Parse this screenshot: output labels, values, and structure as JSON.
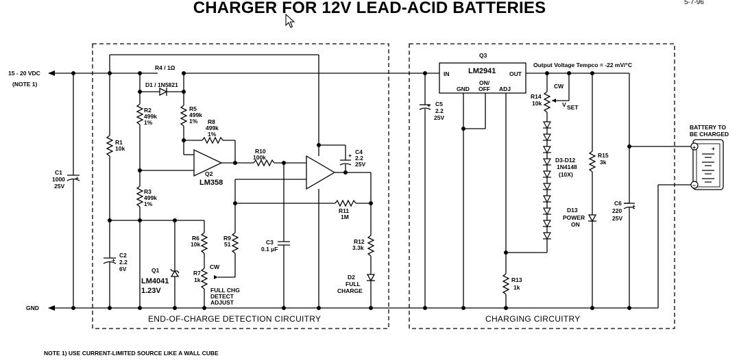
{
  "title": "CHARGER FOR 12V LEAD-ACID BATTERIES",
  "date": "5-7-96",
  "footnote": "NOTE 1)  USE CURRENT-LIMITED SOURCE LIKE A WALL CUBE",
  "icons": {
    "cursor": "mouse-pointer-icon"
  },
  "sections": {
    "detection": "END-OF-CHARGE DETECTION CIRCUITRY",
    "charging": "CHARGING CIRCUITRY"
  },
  "io": {
    "input": "15 - 20 VDC",
    "input_note": "(NOTE 1)",
    "gnd": "GND",
    "battery_l1": "BATTERY TO",
    "battery_l2": "BE CHARGED",
    "plus": "+",
    "minus": "−"
  },
  "components": {
    "r4": "R4 / 1Ω",
    "d1": "D1 / 1N5821",
    "r2": [
      "R2",
      "499k",
      "1%"
    ],
    "r5": [
      "R5",
      "499k",
      "1%"
    ],
    "r8": [
      "R8",
      "499k",
      "1%"
    ],
    "r1": [
      "R1",
      "10k"
    ],
    "c1": [
      "C1",
      "1000",
      "25V"
    ],
    "q2": [
      "Q2",
      "LM358"
    ],
    "r10": [
      "R10",
      "100k"
    ],
    "c4": [
      "C4",
      "2.2",
      "25V"
    ],
    "r3": [
      "R3",
      "499k",
      "1%"
    ],
    "r11": [
      "R11",
      "1M"
    ],
    "r6": [
      "R6",
      "10k"
    ],
    "r9": [
      "R9",
      "51"
    ],
    "c3": [
      "C3",
      "0.1 µF"
    ],
    "r12": [
      "R12",
      "3.3k"
    ],
    "c2": [
      "C2",
      "2.2",
      "6V"
    ],
    "q1": [
      "Q1",
      "LM4041",
      "1.23V"
    ],
    "r7": [
      "R7",
      "1k"
    ],
    "cw": "CW",
    "r7_label": [
      "FULL CHG",
      "DETECT",
      "ADJUST"
    ],
    "d2": [
      "D2",
      "FULL",
      "CHARGE"
    ],
    "q3": "Q3",
    "lm2941": "LM2941",
    "pin_in": "IN",
    "pin_out": "OUT",
    "pin_gnd": "GND",
    "pin_onoff": [
      "ON/",
      "OFF"
    ],
    "pin_adj": "ADJ",
    "tempco": "Output Voltage Tempco = -22 mV/°C",
    "c5": [
      "C5",
      "2.2",
      "25V"
    ],
    "r14": [
      "R14",
      "10k"
    ],
    "vset": "V",
    "vset_sub": "SET",
    "d3": [
      "D3-D12",
      "1N4148",
      "(10X)"
    ],
    "r15": [
      "R15",
      "3k"
    ],
    "d13": [
      "D13",
      "POWER",
      "ON"
    ],
    "c6": [
      "C6",
      "220",
      "25V"
    ],
    "r13": [
      "R13",
      "1k"
    ]
  }
}
